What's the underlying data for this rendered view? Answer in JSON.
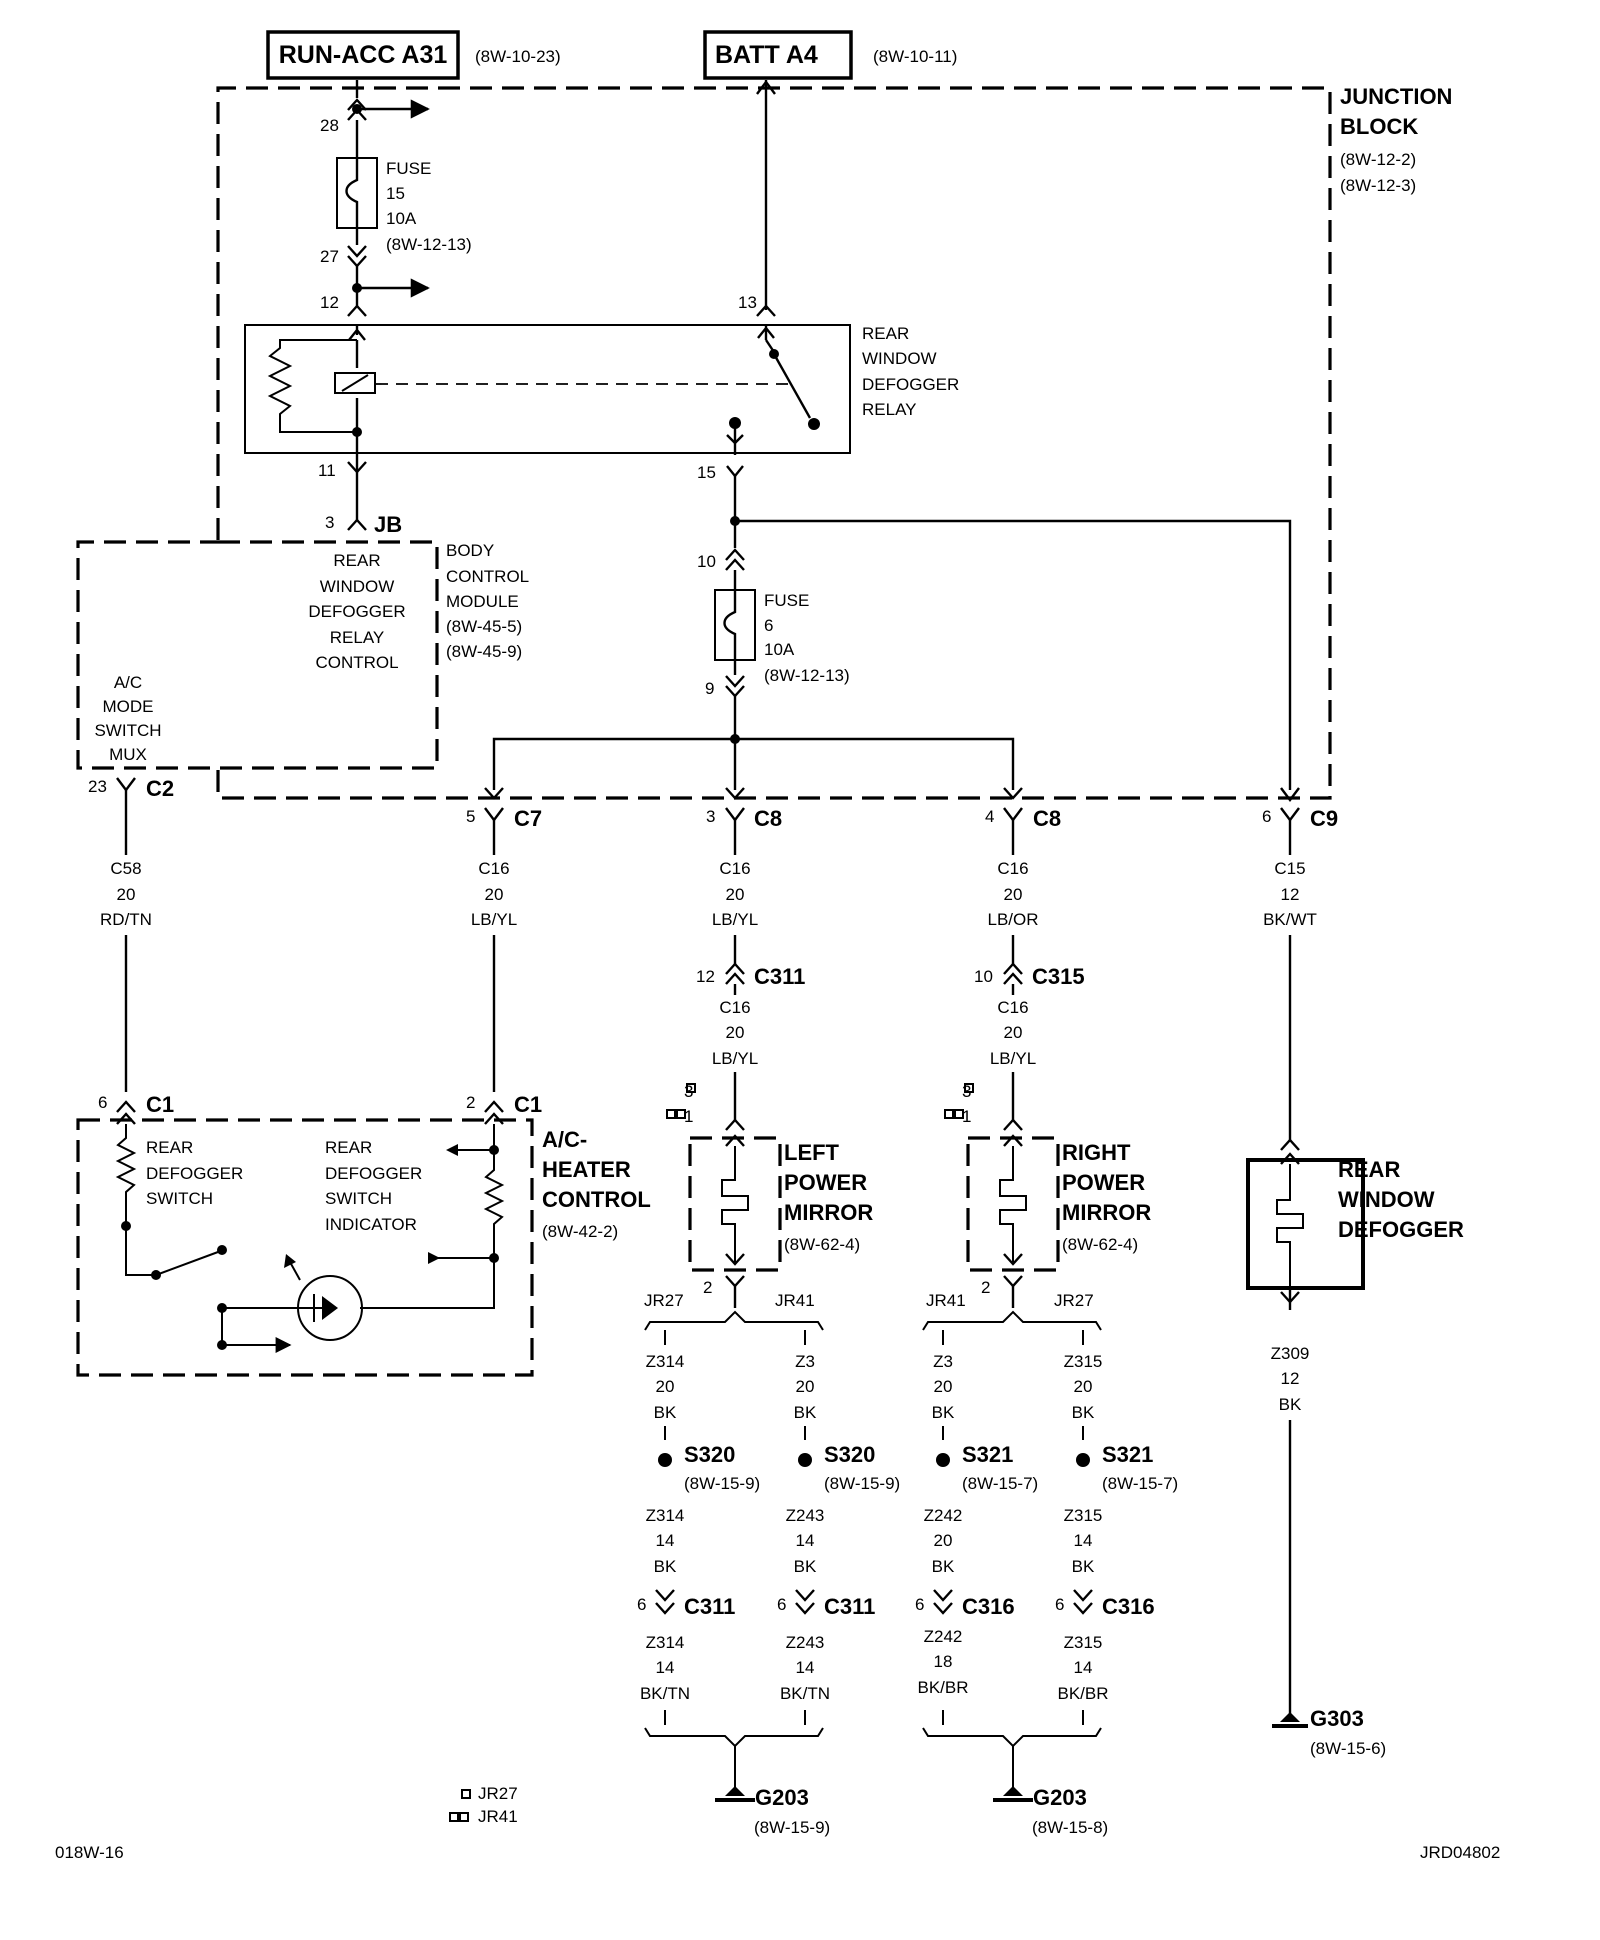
{
  "top": {
    "run_acc": "RUN-ACC A31",
    "run_acc_ref": "(8W-10-23)",
    "batt": "BATT A4",
    "batt_ref": "(8W-10-11)"
  },
  "junction_block": {
    "title1": "JUNCTION",
    "title2": "BLOCK",
    "ref1": "(8W-12-2)",
    "ref2": "(8W-12-3)"
  },
  "fuse15": {
    "label": "FUSE",
    "num": "15",
    "amp": "10A",
    "ref": "(8W-12-13)",
    "pin_top": "28",
    "pin_bot": "27"
  },
  "relay": {
    "line1": "REAR",
    "line2": "WINDOW",
    "line3": "DEFOGGER",
    "line4": "RELAY",
    "pin12": "12",
    "pin13": "13",
    "pin11": "11",
    "pin15": "15"
  },
  "bcm": {
    "pin": "3",
    "conn": "JB",
    "desc": [
      "REAR",
      "WINDOW",
      "DEFOGGER",
      "RELAY",
      "CONTROL"
    ],
    "title": [
      "BODY",
      "CONTROL",
      "MODULE",
      "(8W-45-5)",
      "(8W-45-9)"
    ],
    "mux": [
      "A/C",
      "MODE",
      "SWITCH",
      "MUX"
    ]
  },
  "fuse6": {
    "label": "FUSE",
    "num": "6",
    "amp": "10A",
    "ref": "(8W-12-13)",
    "pin_top": "10",
    "pin_bot": "9"
  },
  "connectors": {
    "c2": {
      "pin": "23",
      "name": "C2"
    },
    "c7": {
      "pin": "5",
      "name": "C7"
    },
    "c8a": {
      "pin": "3",
      "name": "C8"
    },
    "c8b": {
      "pin": "4",
      "name": "C8"
    },
    "c9": {
      "pin": "6",
      "name": "C9"
    }
  },
  "wires": {
    "c58": [
      "C58",
      "20",
      "RD/TN"
    ],
    "c16a": [
      "C16",
      "20",
      "LB/YL"
    ],
    "c16b": [
      "C16",
      "20",
      "LB/YL"
    ],
    "c16c": [
      "C16",
      "20",
      "LB/OR"
    ],
    "c15": [
      "C15",
      "12",
      "BK/WT"
    ],
    "c16b2": [
      "C16",
      "20",
      "LB/YL"
    ],
    "c16c2": [
      "C16",
      "20",
      "LB/YL"
    ],
    "z309": [
      "Z309",
      "12",
      "BK"
    ]
  },
  "inline": {
    "c311": {
      "pin": "12",
      "name": "C311"
    },
    "c315": {
      "pin": "10",
      "name": "C315"
    }
  },
  "hvac": {
    "pin6": "6",
    "c1a": "C1",
    "pin2": "2",
    "c1b": "C1",
    "title": [
      "A/C-",
      "HEATER",
      "CONTROL"
    ],
    "ref": "(8W-42-2)",
    "sw": [
      "REAR",
      "DEFOGGER",
      "SWITCH"
    ],
    "ind": [
      "REAR",
      "DEFOGGER",
      "SWITCH",
      "INDICATOR"
    ]
  },
  "left_mirror": {
    "title": [
      "LEFT",
      "POWER",
      "MIRROR"
    ],
    "ref": "(8W-62-4)",
    "p3": "3",
    "p1": "1",
    "p2": "2",
    "jr27": "JR27",
    "jr41": "JR41"
  },
  "right_mirror": {
    "title": [
      "RIGHT",
      "POWER",
      "MIRROR"
    ],
    "ref": "(8W-62-4)",
    "p3": "3",
    "p1": "1",
    "p2": "2",
    "jr41": "JR41",
    "jr27": "JR27"
  },
  "defogger": {
    "title": [
      "REAR",
      "WINDOW",
      "DEFOGGER"
    ]
  },
  "ground_wires": {
    "a1": [
      "Z314",
      "20",
      "BK"
    ],
    "b1": [
      "Z3",
      "20",
      "BK"
    ],
    "c1": [
      "Z3",
      "20",
      "BK"
    ],
    "d1": [
      "Z315",
      "20",
      "BK"
    ],
    "a2": [
      "Z314",
      "14",
      "BK"
    ],
    "b2": [
      "Z243",
      "14",
      "BK"
    ],
    "c2": [
      "Z242",
      "20",
      "BK"
    ],
    "d2": [
      "Z315",
      "14",
      "BK"
    ],
    "a3": [
      "Z314",
      "14",
      "BK/TN"
    ],
    "b3": [
      "Z243",
      "14",
      "BK/TN"
    ],
    "c3": [
      "Z242",
      "18",
      "BK/BR"
    ],
    "d3": [
      "Z315",
      "14",
      "BK/BR"
    ]
  },
  "splices": {
    "a": {
      "name": "S320",
      "ref": "(8W-15-9)"
    },
    "b": {
      "name": "S320",
      "ref": "(8W-15-9)"
    },
    "c": {
      "name": "S321",
      "ref": "(8W-15-7)"
    },
    "d": {
      "name": "S321",
      "ref": "(8W-15-7)"
    }
  },
  "lower_conns": {
    "a": {
      "pin": "6",
      "name": "C311"
    },
    "b": {
      "pin": "6",
      "name": "C311"
    },
    "c": {
      "pin": "6",
      "name": "C316"
    },
    "d": {
      "pin": "6",
      "name": "C316"
    }
  },
  "grounds": {
    "g303": {
      "name": "G303",
      "ref": "(8W-15-6)"
    },
    "g203a": {
      "name": "G203",
      "ref": "(8W-15-9)"
    },
    "g203b": {
      "name": "G203",
      "ref": "(8W-15-8)"
    }
  },
  "legend": {
    "jr27": "JR27",
    "jr41": "JR41"
  },
  "footer": {
    "left": "018W-16",
    "right": "JRD04802"
  }
}
